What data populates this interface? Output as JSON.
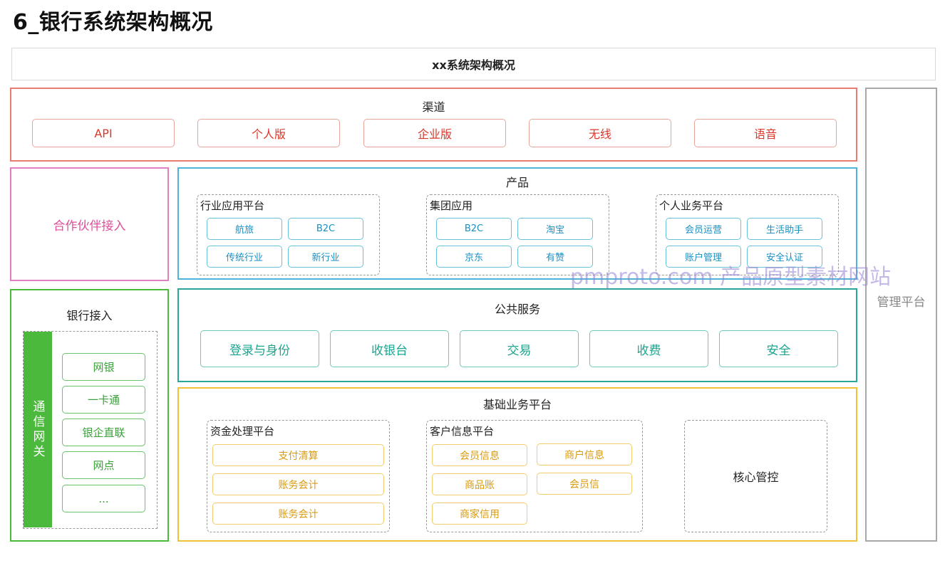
{
  "title": "6_银行系统架构概况",
  "system_bar": "xx系统架构概况",
  "channel": {
    "title": "渠道",
    "items": [
      "API",
      "个人版",
      "企业版",
      "无线",
      "语音"
    ],
    "color": "#d9382a"
  },
  "partner": {
    "label": "合作伙伴接入",
    "color": "#de4f9a"
  },
  "product": {
    "title": "产品",
    "color": "#1d8fbf",
    "groups": [
      {
        "title": "行业应用平台",
        "items": [
          "航旅",
          "B2C",
          "传统行业",
          "新行业"
        ]
      },
      {
        "title": "集团应用",
        "items": [
          "B2C",
          "淘宝",
          "京东",
          "有赞"
        ]
      },
      {
        "title": "个人业务平台",
        "items": [
          "会员运营",
          "生活助手",
          "账户管理",
          "安全认证"
        ]
      }
    ]
  },
  "public_service": {
    "title": "公共服务",
    "items": [
      "登录与身份",
      "收银台",
      "交易",
      "收费",
      "安全"
    ],
    "color": "#1aa58f"
  },
  "bank_access": {
    "title": "银行接入",
    "gateway": "通信网关",
    "items": [
      "网银",
      "一卡通",
      "银企直联",
      "网点",
      "..."
    ],
    "color": "#4bb93b"
  },
  "base_platform": {
    "title": "基础业务平台",
    "color": "#d89b10",
    "funds": {
      "title": "资金处理平台",
      "items": [
        "支付清算",
        "账务会计",
        "账务会计"
      ]
    },
    "customer": {
      "title": "客户信息平台",
      "items": [
        "会员信息",
        "商户信息",
        "商品账",
        "会员信",
        "商家信用"
      ]
    },
    "core": "核心管控"
  },
  "management": {
    "label": "管理平台",
    "color": "#888888"
  },
  "watermark": "pmproto.com 产品原型素材网站"
}
